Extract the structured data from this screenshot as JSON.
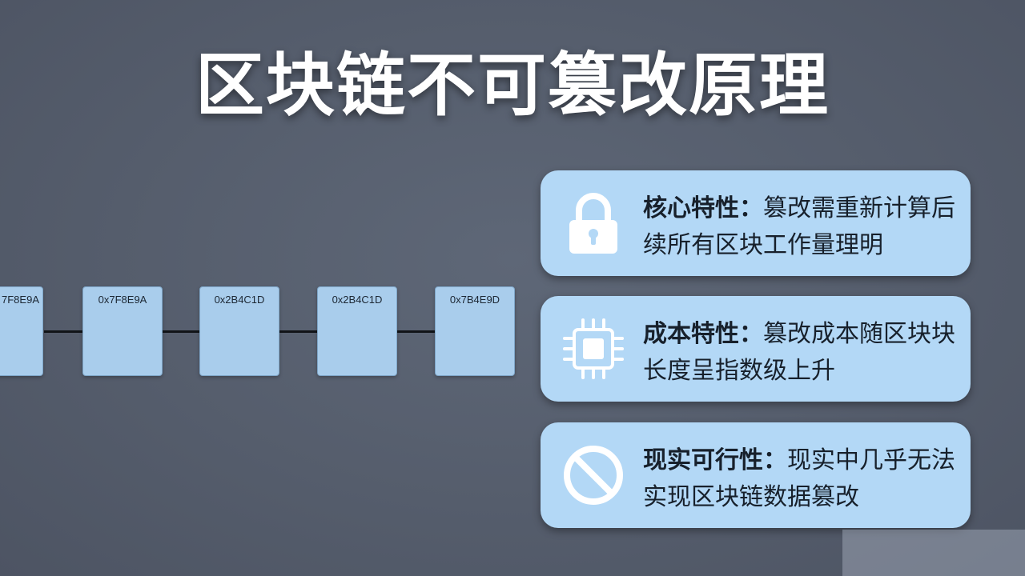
{
  "title": "区块链不可篡改原理",
  "blocks": [
    {
      "hash": "7F8E9A"
    },
    {
      "hash": "0x7F8E9A"
    },
    {
      "hash": "0x2B4C1D"
    },
    {
      "hash": "0x2B4C1D"
    },
    {
      "hash": "0x7B4E9D"
    }
  ],
  "cards": [
    {
      "icon": "lock-icon",
      "heading": "核心特性：",
      "text": "篡改需重新计算后续所有区块工作量理明"
    },
    {
      "icon": "chip-icon",
      "heading": "成本特性：",
      "text": "篡改成本随区块块长度呈指数级上升"
    },
    {
      "icon": "prohibited-icon",
      "heading": "现实可行性：",
      "text": "现实中几乎无法实现区块链数据篡改"
    }
  ],
  "colors": {
    "background": "#555d6c",
    "block_fill": "#a9cdec",
    "card_fill": "#b3d8f6",
    "connector": "#111418",
    "title": "#ffffff"
  }
}
